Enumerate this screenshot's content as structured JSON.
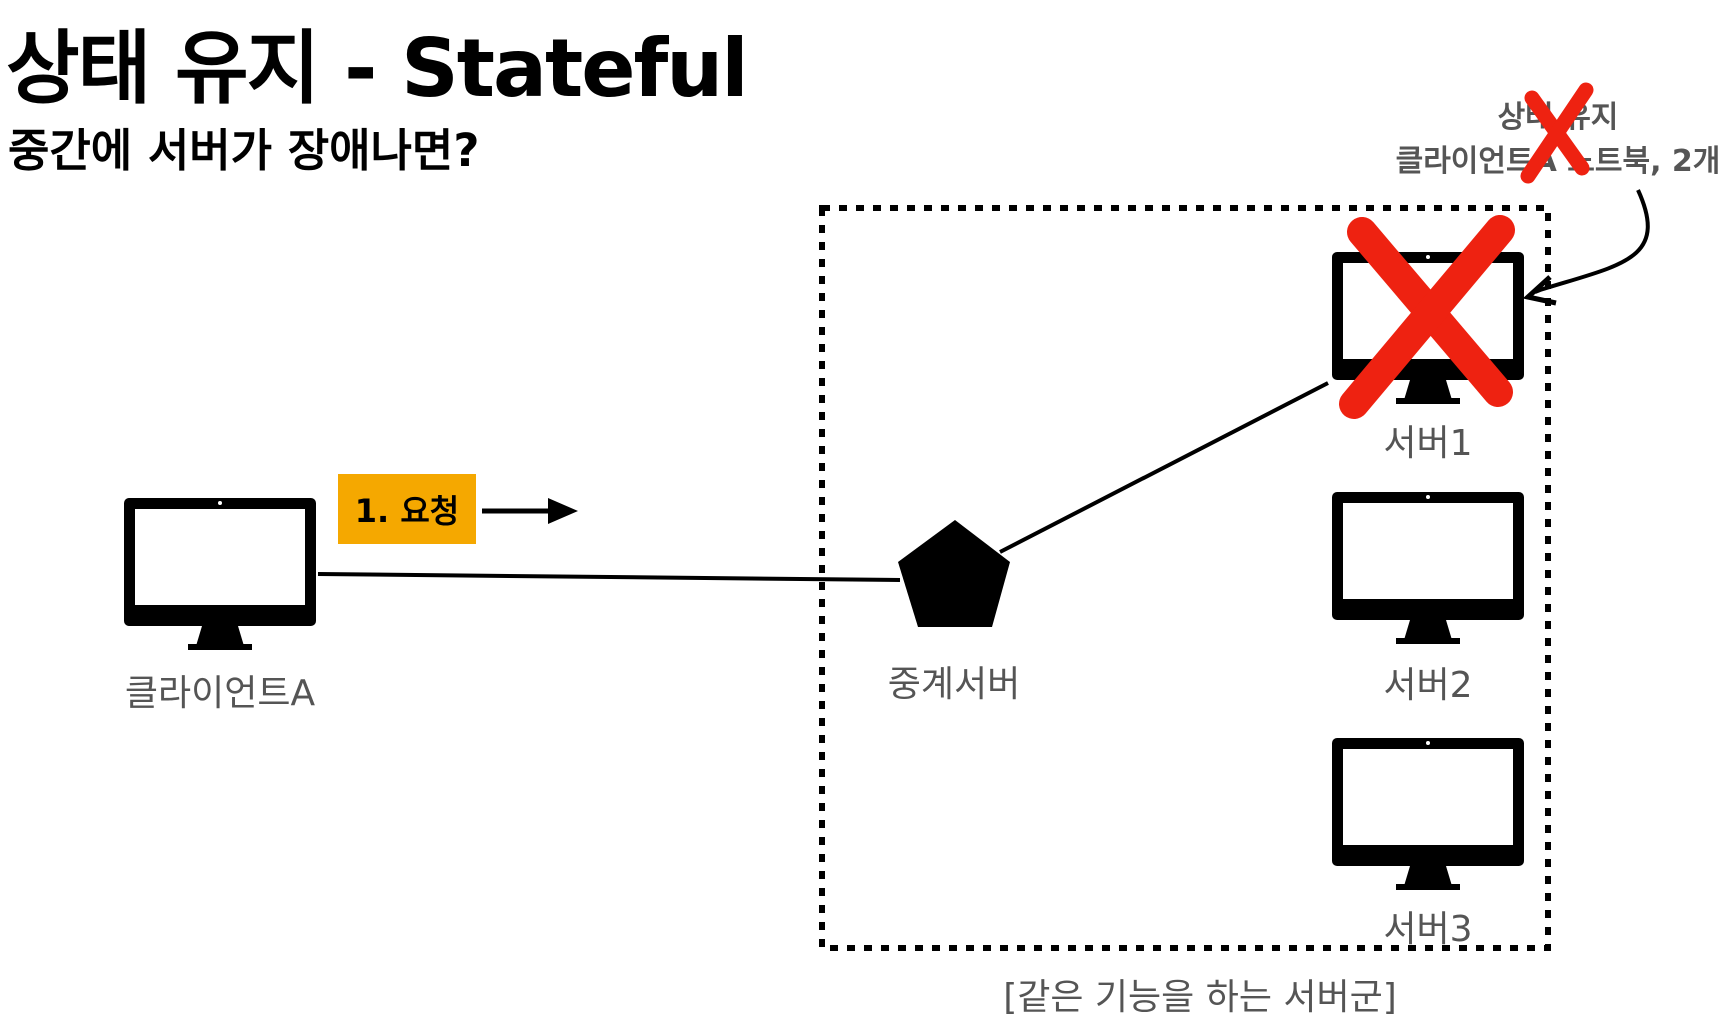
{
  "title": "상태 유지 - Stateful",
  "subtitle": "중간에 서버가 장애나면?",
  "request_label": "1. 요청",
  "client_label": "클라이언트A",
  "relay_label": "중계서버",
  "servers": [
    {
      "label": "서버1",
      "failed": true
    },
    {
      "label": "서버2",
      "failed": false
    },
    {
      "label": "서버3",
      "failed": false
    }
  ],
  "group_label": "[같은 기능을 하는 서버군]",
  "state_note": {
    "line1": "상태 유지",
    "line2": "클라이언트A 노트북, 2개"
  },
  "colors": {
    "failure_mark": "#ee2211",
    "request_box": "#f5a800",
    "label_text": "#555555"
  }
}
